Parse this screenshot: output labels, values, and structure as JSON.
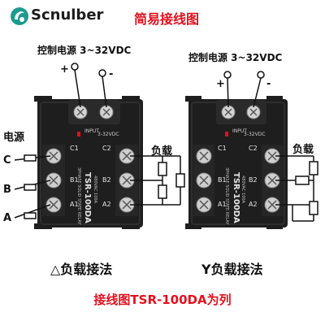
{
  "header": {
    "brand": "Scnulber",
    "title": "简易接线图"
  },
  "control": {
    "left_label": "控制电源 3~32VDC",
    "right_label": "控制电源 3~32VDC",
    "plus": "+",
    "minus": "-"
  },
  "power": {
    "label": "电源",
    "phases": [
      "C",
      "B",
      "A"
    ]
  },
  "relay": {
    "model": "TSR-100DA",
    "subtitle": "3PHASE SOLID STATE RELAY",
    "rating": "480VAC 100A",
    "terminals_left": [
      "C1",
      "B1",
      "A1"
    ],
    "terminals_right": [
      "C2",
      "B2",
      "A2"
    ],
    "input_label": "3-32VDC",
    "input_signs": [
      "-",
      "+"
    ],
    "led_label": "INPUT"
  },
  "load": {
    "left_label": "负载",
    "right_label": "负载"
  },
  "captions": {
    "left": "△负载接法",
    "right": "Y负载接法"
  },
  "footer": "接线图TSR-100DA为列",
  "colors": {
    "brand_logo": "#1b9b8e",
    "title_red": "#e3101e",
    "relay_body": "#1e1e1e"
  }
}
